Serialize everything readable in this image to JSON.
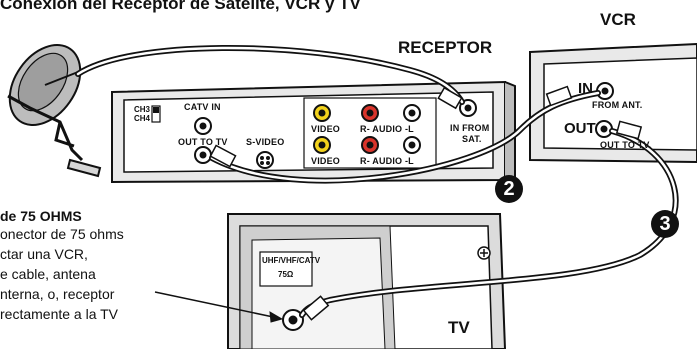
{
  "header": {
    "title": "Conexión del Receptor de Satélite, VCR y TV"
  },
  "devices": {
    "vcr": "VCR",
    "receptor": "RECEPTOR",
    "tv": "TV"
  },
  "receptor_panel": {
    "switch_labels": [
      "CH3",
      "CH4"
    ],
    "catv_in": "CATV IN",
    "out_to_tv": "OUT TO TV",
    "s_video": "S-VIDEO",
    "video_top": "VIDEO",
    "audio_top": "R- AUDIO -L",
    "video_bottom": "VIDEO",
    "audio_bottom": "R- AUDIO -L",
    "in_from_sat_line1": "IN FROM",
    "in_from_sat_line2": "SAT."
  },
  "vcr_panel": {
    "in": "IN",
    "from_ant": "FROM ANT.",
    "out": "OUT",
    "out_to_tv": "OUT TO TV."
  },
  "tv_panel": {
    "jack_label_line1": "UHF/VHF/CATV",
    "jack_label_line2": "75Ω",
    "connector_symbol": "(◎)"
  },
  "steps": {
    "two": "❷",
    "three": "❸"
  },
  "note": {
    "title": "de 75 OHMS",
    "lines": [
      "onector de 75 ohms",
      "ctar una VCR,",
      "e cable, antena",
      "nterna, o, receptor",
      "rectamente a la TV"
    ]
  },
  "colors": {
    "ink": "#111111",
    "yellow_jack": "#f2d21c",
    "red_jack": "#d9342b",
    "white_jack": "#ffffff",
    "panel_gray": "#cfcfcf"
  }
}
